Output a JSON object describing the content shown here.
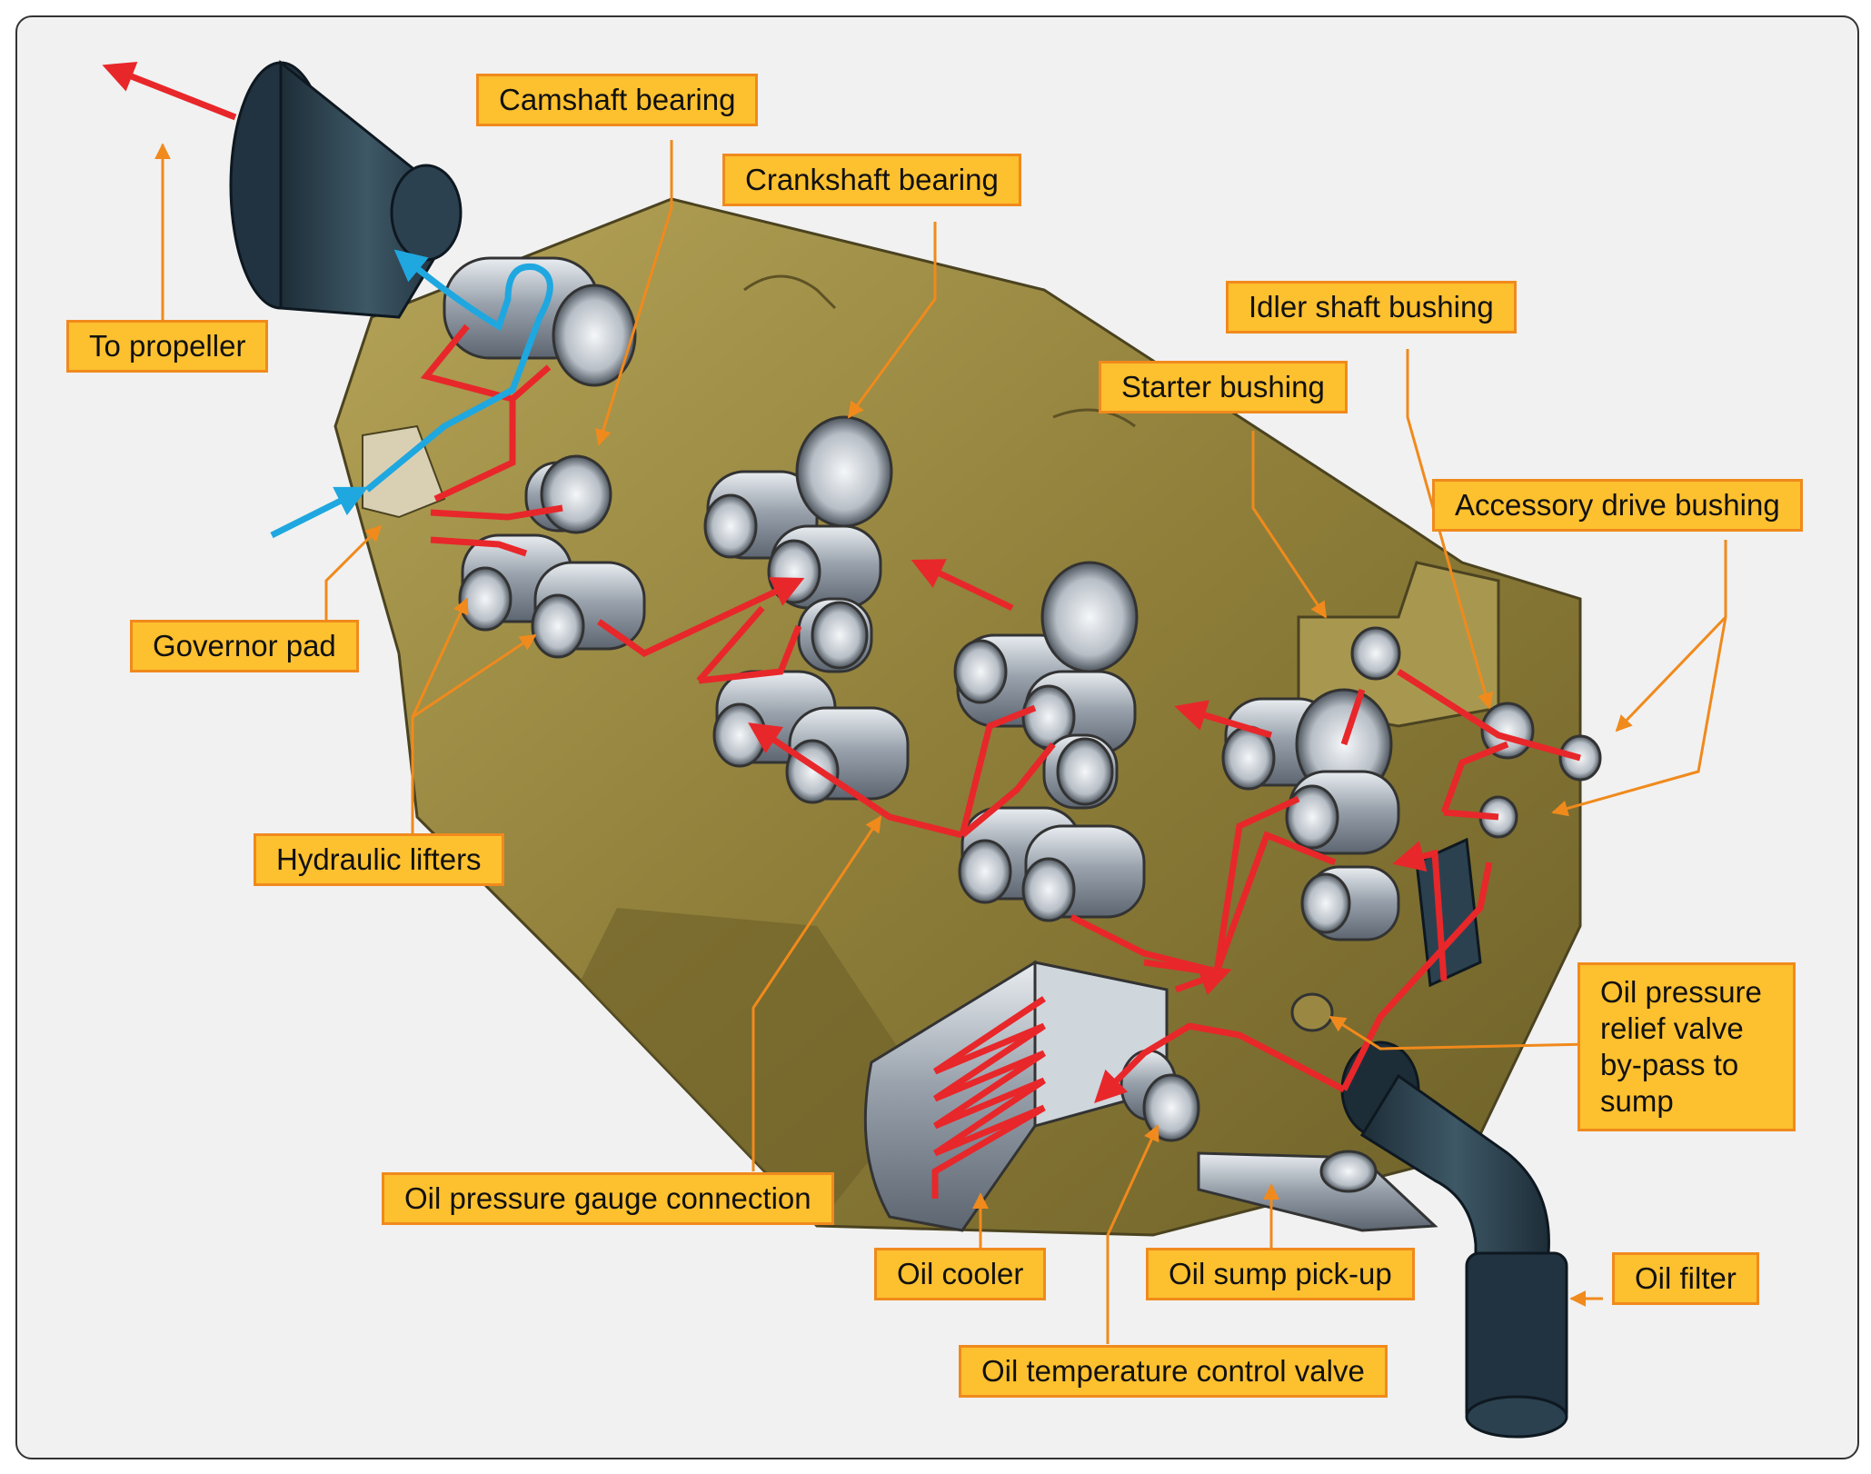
{
  "labels": {
    "camshaft_bearing": "Camshaft bearing",
    "crankshaft_bearing": "Crankshaft bearing",
    "to_propeller": "To propeller",
    "idler_shaft_bushing": "Idler shaft bushing",
    "starter_bushing": "Starter bushing",
    "accessory_drive_bushing": "Accessory drive bushing",
    "governor_pad": "Governor pad",
    "hydraulic_lifters": "Hydraulic lifters",
    "oil_pressure_relief_valve": "Oil pressure relief valve by-pass to sump",
    "oil_pressure_gauge_connection": "Oil pressure gauge connection",
    "oil_cooler": "Oil cooler",
    "oil_sump_pickup": "Oil sump pick-up",
    "oil_filter": "Oil filter",
    "oil_temperature_control_valve": "Oil temperature control valve"
  },
  "colors": {
    "callout_fill": "#fdc02f",
    "callout_border": "#f08a1c",
    "oil_line": "#e8272a",
    "propeller_oil_line": "#1fa7e0",
    "engine_case": "#8f7f3a",
    "background": "#f1f1f1"
  }
}
